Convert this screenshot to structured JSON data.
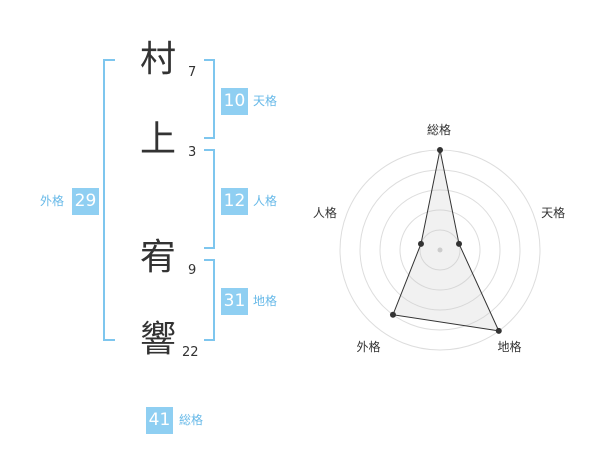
{
  "name_chars": [
    {
      "char": "村",
      "strokes": "7"
    },
    {
      "char": "上",
      "strokes": "3"
    },
    {
      "char": "宥",
      "strokes": "9"
    },
    {
      "char": "響",
      "strokes": "22"
    }
  ],
  "kaku": {
    "tenkaku": {
      "value": "10",
      "label": "天格"
    },
    "jinkaku": {
      "value": "12",
      "label": "人格"
    },
    "chikaku": {
      "value": "31",
      "label": "地格"
    },
    "gaikaku": {
      "value": "29",
      "label": "外格"
    },
    "soukaku": {
      "value": "41",
      "label": "総格"
    }
  },
  "colors": {
    "accent": "#8fcff2",
    "accent_text": "#67b9e8",
    "bracket": "#7ec6ee"
  },
  "chart_data": {
    "type": "radar",
    "axes": [
      "総格",
      "天格",
      "地格",
      "外格",
      "人格"
    ],
    "values": [
      5,
      1,
      5,
      4,
      1
    ],
    "max": 5,
    "rings": 5
  }
}
